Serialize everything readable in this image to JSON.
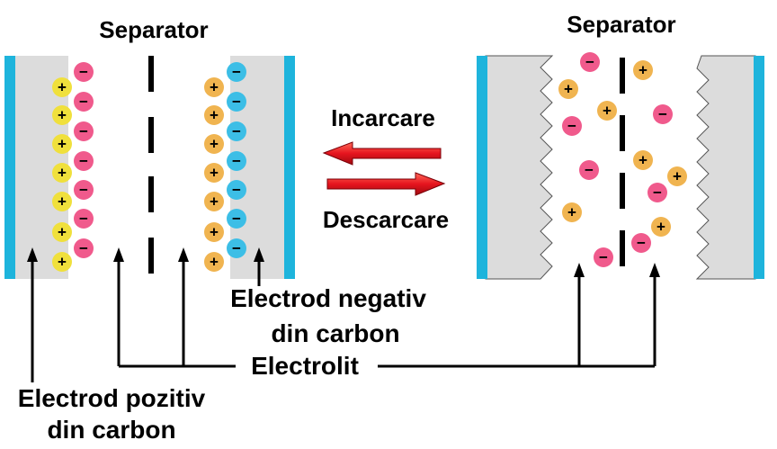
{
  "labels": {
    "separator_left": "Separator",
    "separator_right": "Separator",
    "charging": "Incarcare",
    "discharging": "Descarcare",
    "negative_electrode_line1": "Electrod negativ",
    "negative_electrode_line2": "din carbon",
    "electrolyte": "Electrolit",
    "positive_electrode_line1": "Electrod pozitiv",
    "positive_electrode_line2": "din carbon"
  },
  "ion_symbols": {
    "positive": "+",
    "negative": "−"
  },
  "colors": {
    "collector": "#1eb4dc",
    "electrode_fill": "#dcdcdc",
    "positive_ion_left": "#f0e03c",
    "positive_ion": "#f0b450",
    "negative_ion": "#f05a8c",
    "negative_ion_left": "#3cbee6",
    "arrow_red": "#e6141e",
    "separator": "#000000"
  },
  "icons": {
    "charging_arrow": "arrow-left-icon",
    "discharging_arrow": "arrow-right-icon"
  }
}
